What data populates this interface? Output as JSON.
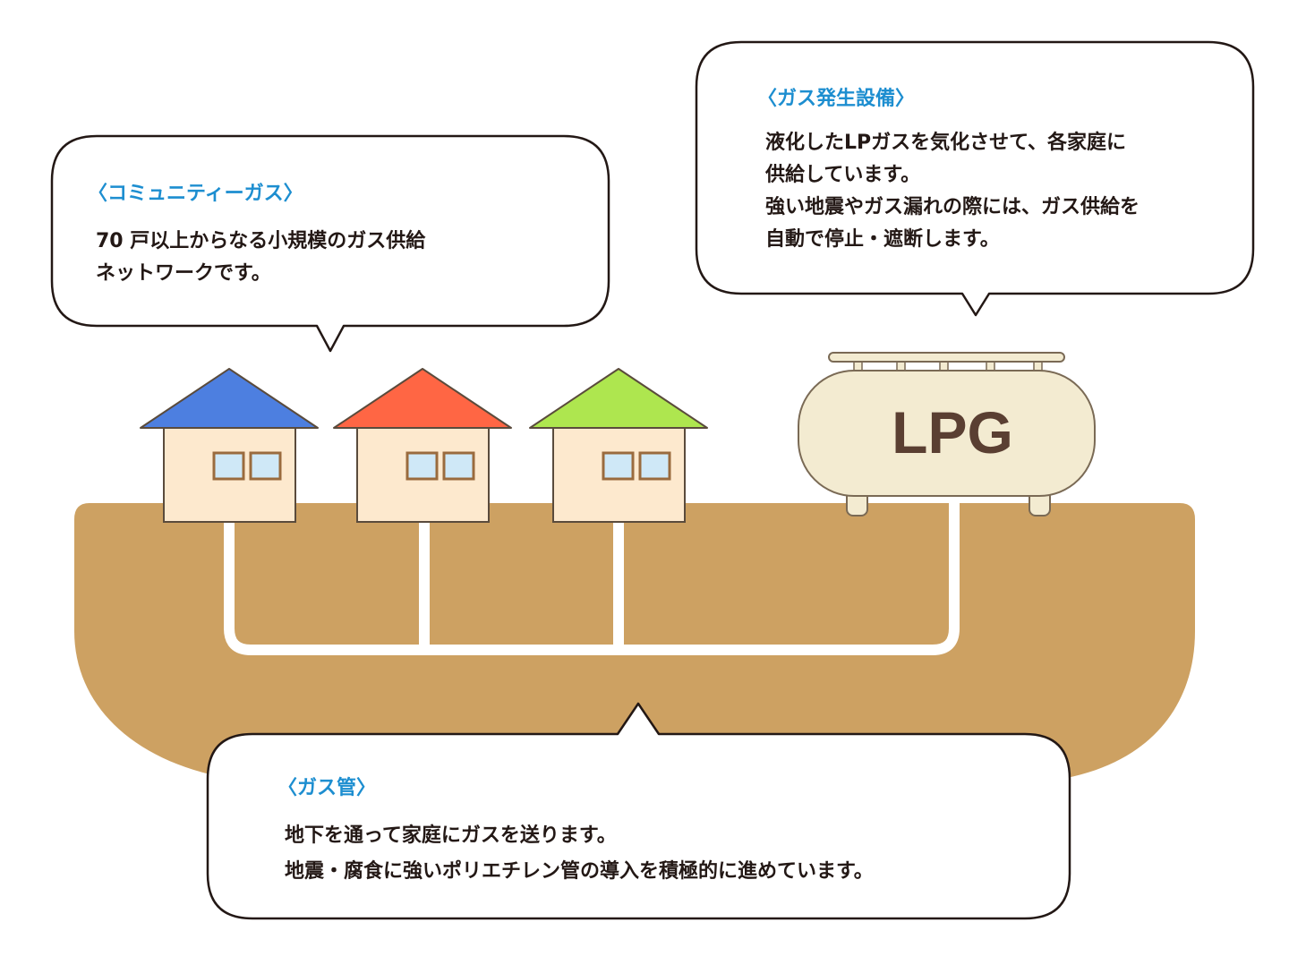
{
  "colors": {
    "title_blue": "#1d8ed0",
    "text_dark": "#231815",
    "ground": "#cda162",
    "pipe": "#ffffff",
    "roof_blue": "#4d7fe0",
    "roof_red": "#ff6644",
    "roof_green": "#aee64f",
    "house_wall": "#fde9ce",
    "house_outline": "#5a4b3c",
    "window_glass": "#cfe8f7",
    "window_frame": "#9a6b3e",
    "tank_fill": "#f3ebd1",
    "tank_text": "#5a3f32"
  },
  "community_gas": {
    "title": "〈コミュニティーガス〉",
    "lines": [
      "70 戸以上からなる小規模のガス供給",
      "ネットワークです。"
    ]
  },
  "gas_facility": {
    "title": "〈ガス発生設備〉",
    "lines": [
      "液化したLPガスを気化させて、各家庭に",
      "供給しています。",
      "強い地震やガス漏れの際には、ガス供給を",
      "自動で停止・遮断します。"
    ]
  },
  "gas_pipe": {
    "title": "〈ガス管〉",
    "lines": [
      "地下を通って家庭にガスを送ります。",
      "地震・腐食に強いポリエチレン管の導入を積極的に進めています。"
    ]
  },
  "tank": {
    "label": "LPG"
  },
  "houses": [
    {
      "roof": "blue"
    },
    {
      "roof": "red"
    },
    {
      "roof": "green"
    }
  ]
}
